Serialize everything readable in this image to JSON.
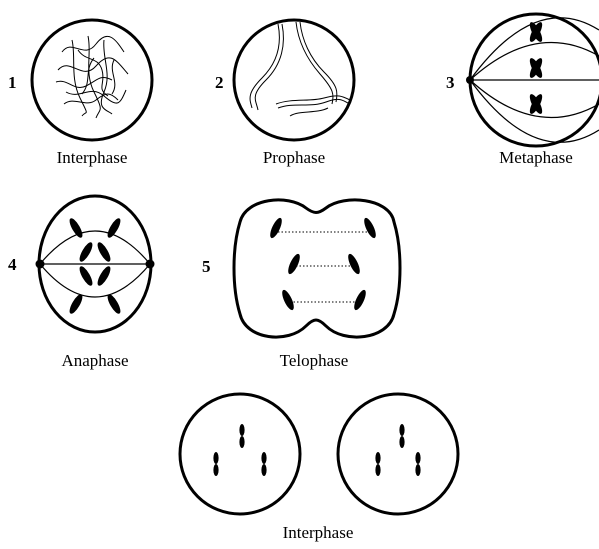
{
  "stages": [
    {
      "number": "1",
      "label": "Interphase"
    },
    {
      "number": "2",
      "label": "Prophase"
    },
    {
      "number": "3",
      "label": "Metaphase"
    },
    {
      "number": "4",
      "label": "Anaphase"
    },
    {
      "number": "5",
      "label": "Telophase"
    }
  ],
  "final_label": "Interphase"
}
